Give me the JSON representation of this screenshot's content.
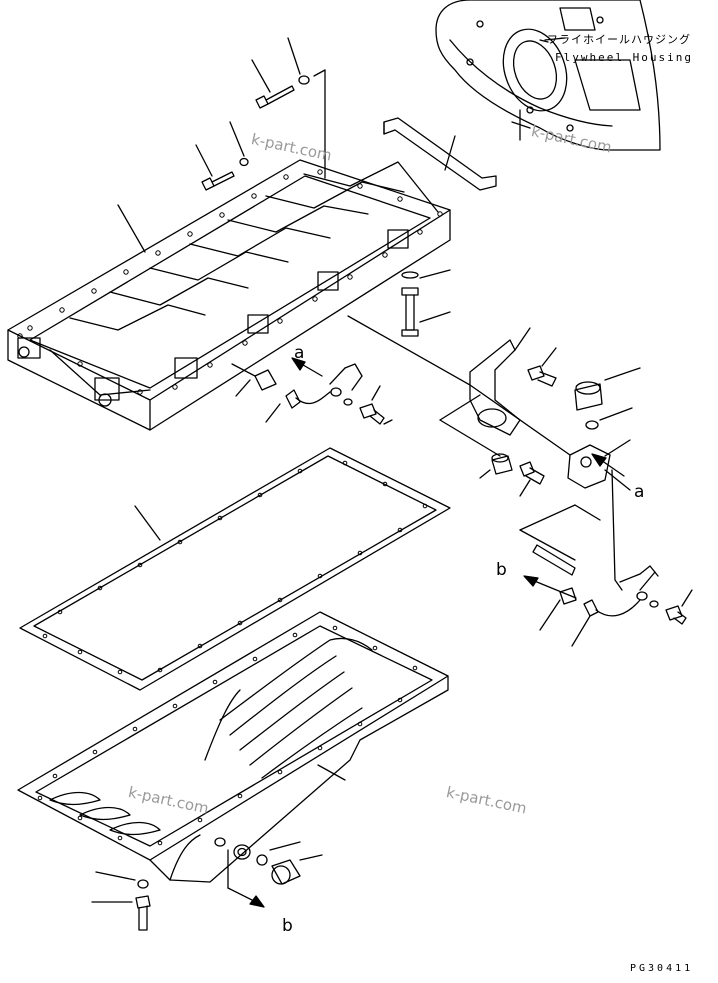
{
  "labels": {
    "flywheel_housing_jp": "フライホイールハウジング",
    "flywheel_housing_en": "Flywheel Housing"
  },
  "callouts": {
    "a_top": "a",
    "a_right": "a",
    "b_right": "b",
    "b_bottom": "b"
  },
  "watermarks": [
    "k-part.com",
    "k-part.com",
    "k-part.com",
    "k-part.com"
  ],
  "drawing_code": "PG30411"
}
